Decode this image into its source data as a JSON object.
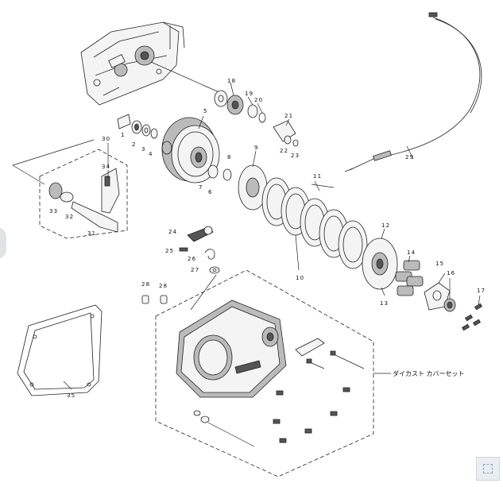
{
  "labels": {
    "n1": "1",
    "n2": "2",
    "n3": "3",
    "n4": "4",
    "n5": "5",
    "n6": "6",
    "n7": "7",
    "n8": "8",
    "n9": "9",
    "n10": "10",
    "n11": "11",
    "n12": "12",
    "n13": "13",
    "n14": "14",
    "n15": "15",
    "n16": "16",
    "n17": "17",
    "n18": "18",
    "n19": "19",
    "n20": "20",
    "n21": "21",
    "n22": "22",
    "n23": "23",
    "n24": "24",
    "n25": "25",
    "n26": "26",
    "n27": "27",
    "n28a": "28",
    "n28b": "28",
    "n29": "29",
    "n30": "30",
    "n31": "31",
    "n32": "32",
    "n33": "33",
    "n34": "34",
    "n35": "35"
  },
  "cover_set_label": "ダイカスト カバーセット",
  "icons": {
    "corner": "fullscreen-icon"
  }
}
